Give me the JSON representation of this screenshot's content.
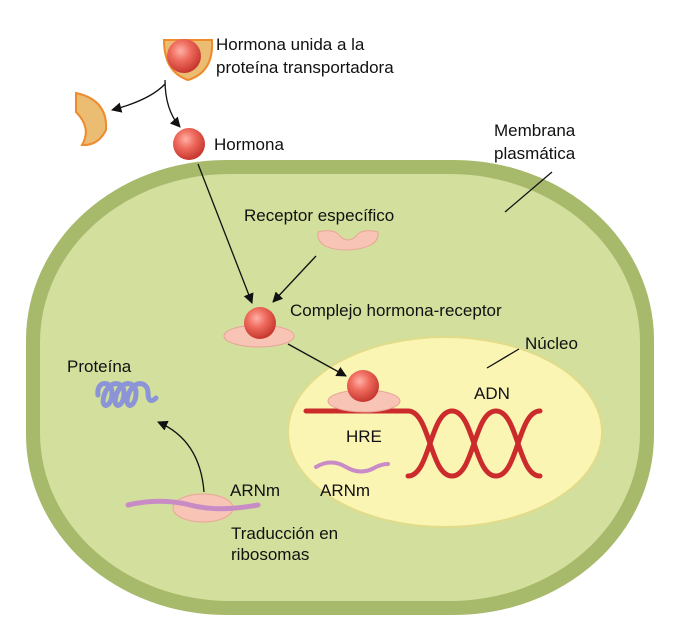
{
  "labels": {
    "bound_hormone": [
      "Hormona unida a la",
      "proteína transportadora"
    ],
    "hormone": "Hormona",
    "membrane": [
      "Membrana",
      "plasmática"
    ],
    "receptor": "Receptor específico",
    "complex": "Complejo hormona-receptor",
    "nucleus": "Núcleo",
    "protein": "Proteína",
    "dna": "ADN",
    "hre": "HRE",
    "mrna_nucleus": "ARNm",
    "mrna_cytoplasm": "ARNm",
    "translation": [
      "Traducción en",
      "ribosomas"
    ]
  },
  "colors": {
    "membrane": "#a7b96b",
    "cytoplasm": "#d3df9d",
    "nucleus": "#fbf5b4",
    "nucleus_edge": "#e2dc8a",
    "hormone": "#e85a4e",
    "receptor": "#f7c4b6",
    "carrier": "#eabd73",
    "carrier_edge": "#ef8a2d",
    "dna": "#cc2b2b",
    "mrna": "#c98bc6",
    "protein": "#8a94d6",
    "arrow": "#111111"
  }
}
